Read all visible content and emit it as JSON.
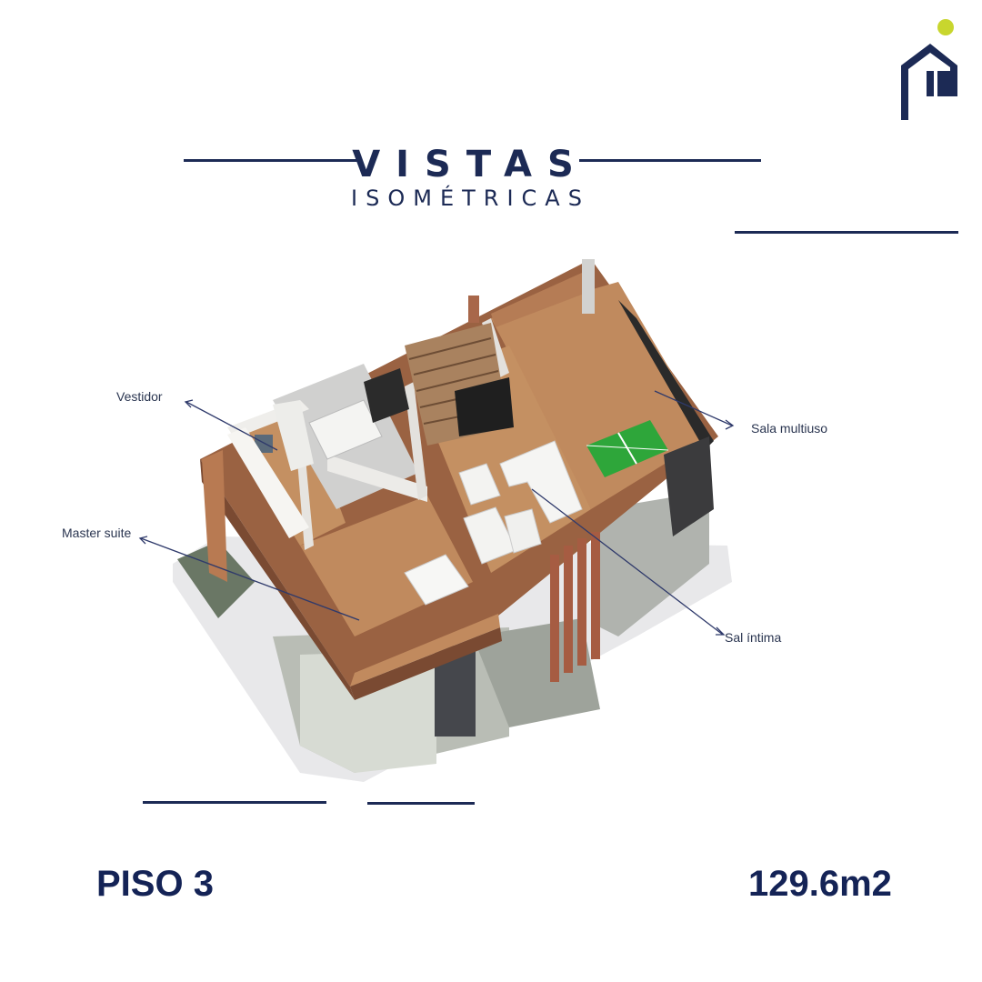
{
  "header": {
    "title": "VISTAS",
    "subtitle": "ISOMÉTRICAS"
  },
  "callouts": {
    "vestidor": "Vestidor",
    "master_suite": "Master suite",
    "sala_multiuso": "Sala multiuso",
    "sala_intima": "Sal íntima"
  },
  "footer": {
    "floor": "PISO 3",
    "area": "129.6m2"
  },
  "colors": {
    "navy": "#1c2a55",
    "accent": "#c8d62e",
    "wood": "#b67a50",
    "table_green": "#2ea63a"
  },
  "icons": {
    "logo": "house-logo-icon"
  }
}
